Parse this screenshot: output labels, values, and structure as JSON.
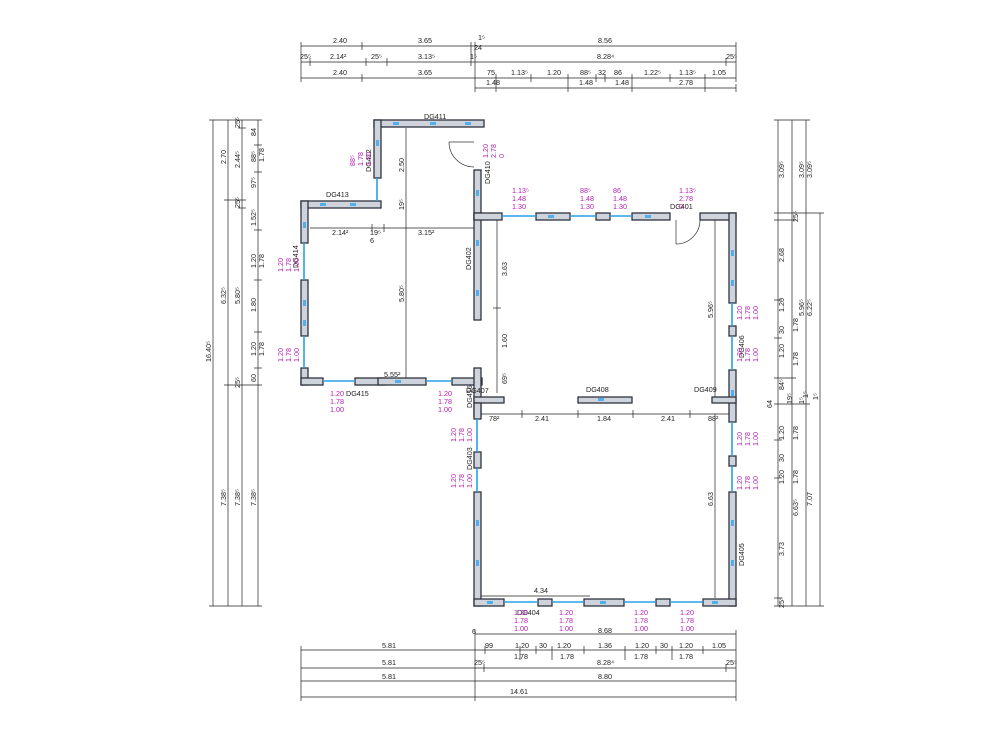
{
  "top_dims": {
    "r1": [
      "2.40",
      "3.65",
      "1⁵",
      "8.56"
    ],
    "r1_extra": "24",
    "r2": [
      "25⁵",
      "2.14²",
      "25⁵",
      "3.13⁵",
      "1⁵",
      "8.28⁴",
      "25⁵"
    ],
    "r3": [
      "2.40",
      "3.65",
      "75",
      "1.13⁵",
      "1.20",
      "88⁵",
      "32",
      "86",
      "1.22⁵",
      "1.13⁵",
      "1.05"
    ],
    "r4": [
      "1.48",
      "1.48",
      "1.48",
      "2.78"
    ]
  },
  "bottom_dims": {
    "r1": [
      "4.34"
    ],
    "r2": [
      "8.68"
    ],
    "r3": [
      "5.81",
      "99",
      "1.20",
      "30",
      "1.20",
      "1.36",
      "1.20",
      "30",
      "1.20",
      "1.05"
    ],
    "r4": [
      "1.78",
      "1.78",
      "1.78",
      "1.78"
    ],
    "r5": [
      "5.81",
      "25⁵",
      "8.28⁴",
      "25⁵"
    ],
    "r6": [
      "5.81",
      "8.80"
    ],
    "r7": [
      "14.61"
    ]
  },
  "left_dims": {
    "c1": [
      "16.40⁵"
    ],
    "c2": [
      "2.70",
      "6.32⁵",
      "7.38⁵"
    ],
    "c3": [
      "25⁵",
      "2.44⁵",
      "25⁵",
      "5.80⁵",
      "25⁵",
      "7.38⁵"
    ],
    "c4": [
      "84",
      "88⁵",
      "97⁵",
      "1.52⁵",
      "1.20",
      "1.80",
      "1.20",
      "60",
      "7.38⁵"
    ],
    "c5": [
      "1.78",
      "1.78",
      "1.78"
    ]
  },
  "right_dims": {
    "c1": [
      "3.09⁵",
      "2.68",
      "1.20",
      "30",
      "1.20",
      "84⁵",
      "1.20",
      "30",
      "1.20",
      "3.73",
      "25⁵"
    ],
    "c2": [
      "25⁵",
      "1.78",
      "1.78",
      "64",
      "1.78",
      "1.78",
      "6.63⁵"
    ],
    "c3": [
      "3.09⁵",
      "5.96⁵",
      "1⁵"
    ],
    "c4": [
      "3.09⁵",
      "6.22⁵",
      "1⁵",
      "7.07"
    ],
    "extra": [
      "19⁵",
      "1⁵"
    ]
  },
  "interior_dims": {
    "a": "2.50",
    "b": "19⁵",
    "c": "2.14²",
    "d": "19⁵",
    "e": "3.15²",
    "f": "6",
    "g": "5.80⁵",
    "h": "3.63",
    "i": "1.60",
    "j": "69⁵",
    "k": "5.55²",
    "l": "78²",
    "m": "2.41",
    "n": "1.84",
    "o": "2.41",
    "p": "88²",
    "q": "5.96⁵",
    "r": "6.63",
    "s": "6"
  },
  "wall_tags": {
    "dg401": "DG401",
    "dg402": "DG402",
    "dg403": "DG403",
    "dg404": "DG404",
    "dg405": "DG405",
    "dg406": "DG406",
    "dg407": "DG407",
    "dg408": "DG408",
    "dg409": "DG409",
    "dg410": "DG410",
    "dg411": "DG411",
    "dg412": "DG412",
    "dg413": "DG413",
    "dg414": "DG414",
    "dg415": "DG415",
    "dg416": "DG416"
  },
  "opening_labels": {
    "top1": [
      "1.13⁵",
      "1.48",
      "1.30"
    ],
    "top2": [
      "88⁵",
      "1.48",
      "1.30"
    ],
    "top3": [
      "86",
      "1.48",
      "1.30"
    ],
    "top4": [
      "1.13⁵",
      "2.78",
      "0"
    ],
    "door_small": [
      "1.20",
      "2.78",
      "0"
    ],
    "tower_win": [
      "88⁵",
      "1.78",
      "1.30"
    ],
    "left1": [
      "1.20",
      "1.78",
      "1.00"
    ],
    "left2": [
      "1.20",
      "1.78",
      "1.00"
    ],
    "bot_l1": [
      "1.20",
      "1.78",
      "1.00"
    ],
    "bot_l2": [
      "1.20",
      "1.78",
      "1.00"
    ],
    "mid1": [
      "1.20",
      "1.78",
      "1.00"
    ],
    "mid2": [
      "1.20",
      "1.78",
      "1.00"
    ],
    "rt1": [
      "1.20",
      "1.78",
      "1.00"
    ],
    "rt2": [
      "1.20",
      "1.78",
      "1.00"
    ],
    "rt3": [
      "1.20",
      "1.78",
      "1.00"
    ],
    "rt4": [
      "1.20",
      "1.78",
      "1.00"
    ],
    "bt1": [
      "1.20",
      "1.78",
      "1.00"
    ],
    "bt2": [
      "1.20",
      "1.78",
      "1.00"
    ],
    "bt3": [
      "1.20",
      "1.78",
      "1.00"
    ],
    "bt4": [
      "1.20",
      "1.78",
      "1.00"
    ]
  },
  "colors": {
    "wall": "#cfd3dc",
    "window": "#2aa0e6",
    "label": "#b21fb2",
    "line": "#222222"
  }
}
